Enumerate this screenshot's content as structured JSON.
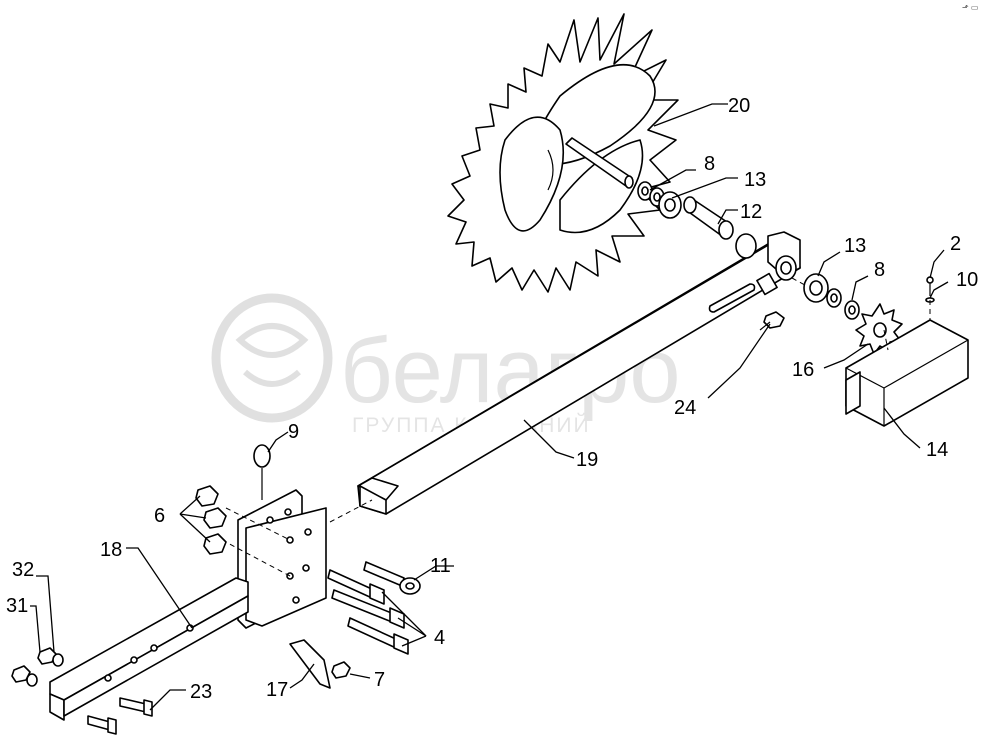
{
  "watermark": {
    "brand": "белагро",
    "tagline": "ГРУППА КОМПАНИЙ"
  },
  "corner_mark": "⬏ ▭",
  "callouts": [
    {
      "id": "c20",
      "text": "20"
    },
    {
      "id": "c8a",
      "text": "8"
    },
    {
      "id": "c13a",
      "text": "13"
    },
    {
      "id": "c12",
      "text": "12"
    },
    {
      "id": "c13b",
      "text": "13"
    },
    {
      "id": "c8b",
      "text": "8"
    },
    {
      "id": "c2",
      "text": "2"
    },
    {
      "id": "c10",
      "text": "10"
    },
    {
      "id": "c16",
      "text": "16"
    },
    {
      "id": "c24",
      "text": "24"
    },
    {
      "id": "c14",
      "text": "14"
    },
    {
      "id": "c19",
      "text": "19"
    },
    {
      "id": "c9",
      "text": "9"
    },
    {
      "id": "c6",
      "text": "6"
    },
    {
      "id": "c18",
      "text": "18"
    },
    {
      "id": "c11",
      "text": "11"
    },
    {
      "id": "c32",
      "text": "32"
    },
    {
      "id": "c31",
      "text": "31"
    },
    {
      "id": "c4",
      "text": "4"
    },
    {
      "id": "c17",
      "text": "17"
    },
    {
      "id": "c7",
      "text": "7"
    },
    {
      "id": "c23",
      "text": "23"
    }
  ]
}
